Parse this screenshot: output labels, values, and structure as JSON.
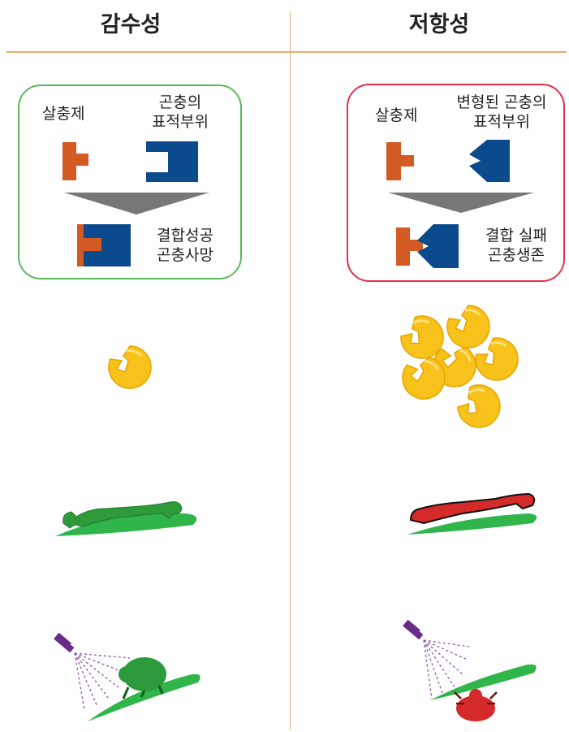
{
  "left": {
    "title": "감수성",
    "insecticide": "살충제",
    "target_site": [
      "곤충의",
      "표적부위"
    ],
    "result": [
      "결합성공",
      "곤충사망"
    ]
  },
  "right": {
    "title": "저항성",
    "insecticide": "살충제",
    "target_site": [
      "변형된 곤충의",
      "표적부위"
    ],
    "result": [
      "결합 실패",
      "곤충생존"
    ]
  },
  "colors": {
    "divider": "#e0b070",
    "box_left_border": "#5cb85c",
    "box_right_border": "#e2304a",
    "insecticide": "#d35a22",
    "target": "#0b4a8c",
    "arrow": "#777777",
    "leaf": "#2fb54a",
    "caterpillar_susceptible": "#2f9a3a",
    "caterpillar_resistant": "#d42a2a",
    "pellet": "#f7c21a",
    "sprayer": "#6a2a8a"
  }
}
